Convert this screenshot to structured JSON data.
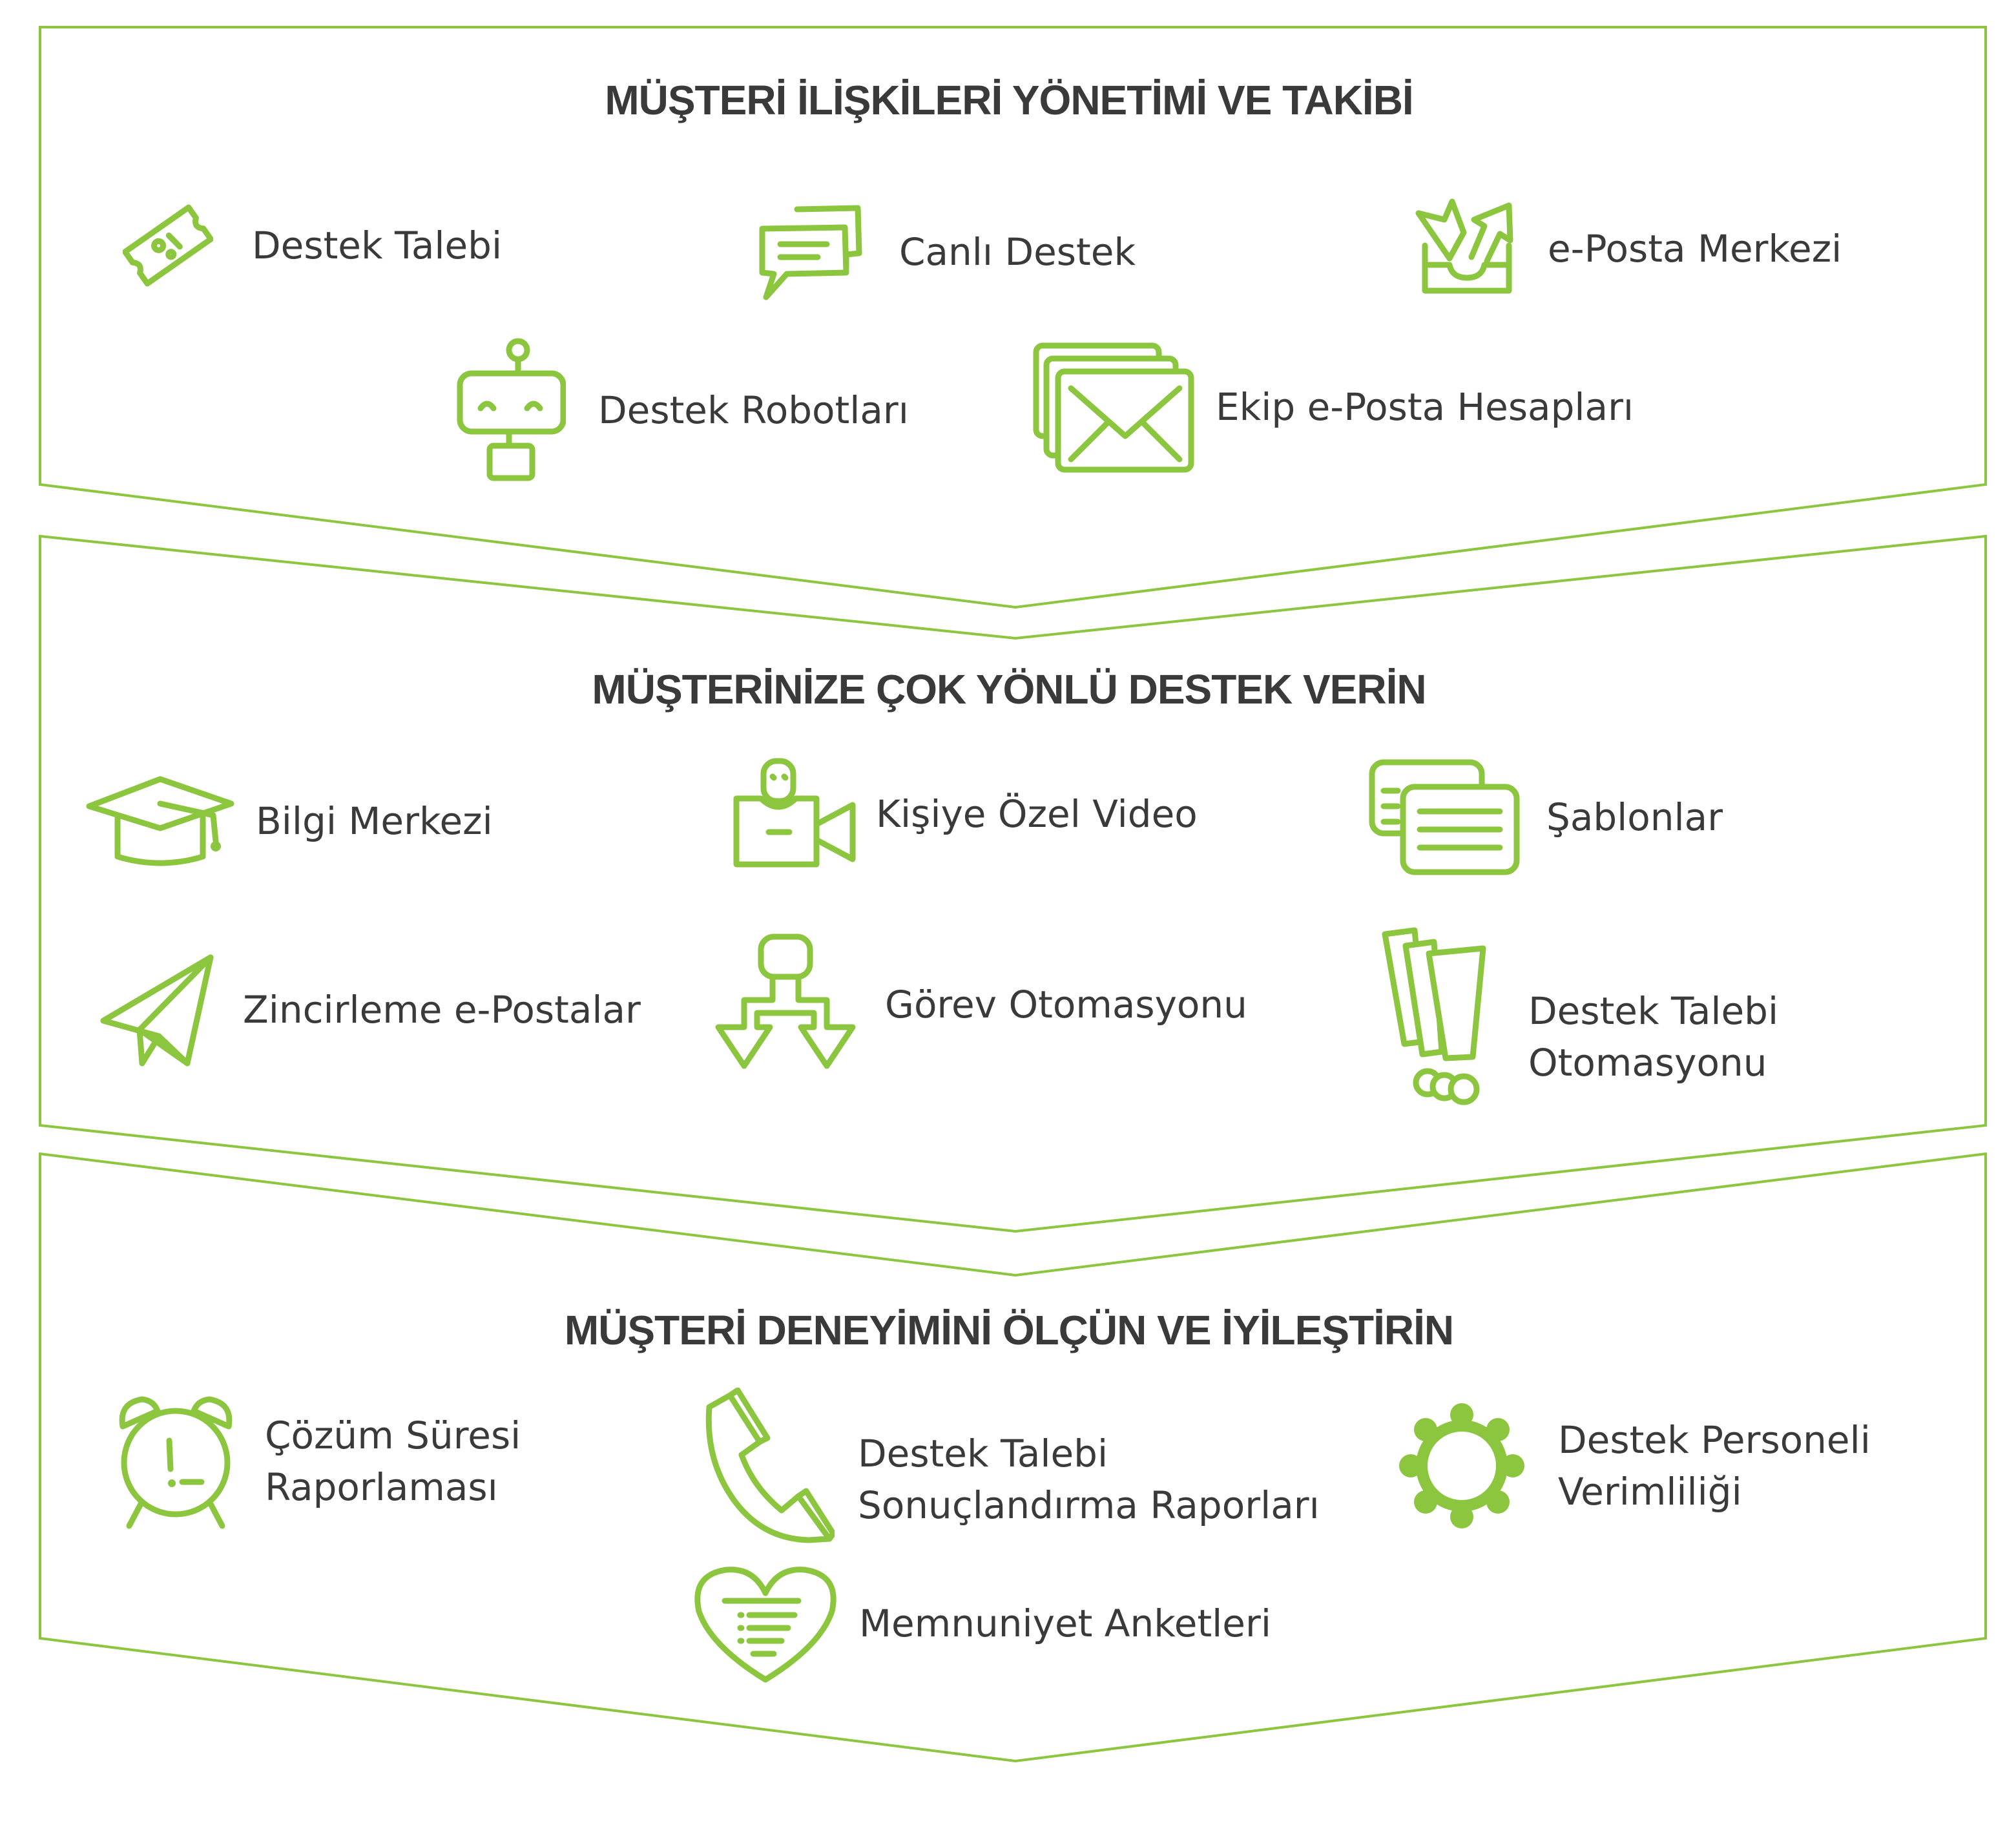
{
  "colors": {
    "accent": "#8cc63f",
    "text": "#3a3a3a",
    "background": "#ffffff"
  },
  "sections": [
    {
      "title": "MÜŞTERİ İLİŞKİLERİ YÖNETİMİ VE TAKİBİ",
      "items": [
        {
          "icon": "ticket-icon",
          "label": "Destek Talebi"
        },
        {
          "icon": "chat-bubbles-icon",
          "label": "Canlı Destek"
        },
        {
          "icon": "inbox-icon",
          "label": "e-Posta Merkezi"
        },
        {
          "icon": "robot-icon",
          "label": "Destek Robotları"
        },
        {
          "icon": "envelopes-icon",
          "label": "Ekip e-Posta Hesapları"
        }
      ]
    },
    {
      "title": "MÜŞTERİNİZE ÇOK YÖNLÜ DESTEK VERİN",
      "items": [
        {
          "icon": "graduation-cap-icon",
          "label": "Bilgi Merkezi"
        },
        {
          "icon": "video-camera-icon",
          "label": "Kişiye Özel Video"
        },
        {
          "icon": "templates-icon",
          "label": "Şablonlar"
        },
        {
          "icon": "paper-plane-icon",
          "label": "Zincirleme e-Postalar"
        },
        {
          "icon": "workflow-icon",
          "label": "Görev Otomasyonu"
        },
        {
          "icon": "exclamation-icon",
          "label": "Destek Talebi Otomasyonu",
          "lines": [
            "Destek Talebi",
            "Otomasyonu"
          ]
        }
      ]
    },
    {
      "title": "MÜŞTERİ DENEYİMİNİ ÖLÇÜN VE İYİLEŞTİRİN",
      "items": [
        {
          "icon": "alarm-clock-icon",
          "lines": [
            "Çözüm Süresi",
            "Raporlaması"
          ]
        },
        {
          "icon": "phone-icon",
          "lines": [
            "Destek Talebi",
            "Sonuçlandırma Raporları"
          ]
        },
        {
          "icon": "gear-icon",
          "lines": [
            "Destek Personeli",
            "Verimliliği"
          ]
        },
        {
          "icon": "heart-icon",
          "label": "Memnuniyet Anketleri"
        }
      ]
    }
  ]
}
